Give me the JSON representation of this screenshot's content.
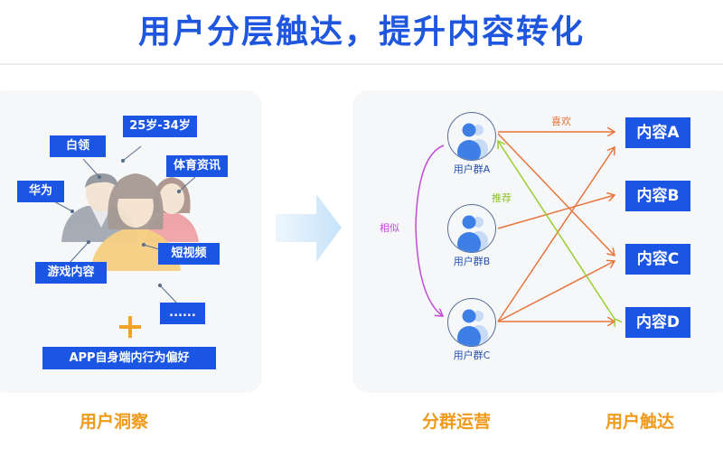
{
  "title": "用户分层触达，提升内容转化",
  "insight": {
    "tags": [
      "25岁-34岁",
      "白领",
      "体育资讯",
      "华为",
      "短视频",
      "游戏内容",
      "......"
    ],
    "plus_icon": "plus-icon",
    "app_tag": "APP自身端内行为偏好",
    "label": "用户洞察"
  },
  "arrow_icon": "right-arrow-icon",
  "operations": {
    "label": "分群运营",
    "groups": [
      "用户群A",
      "用户群B",
      "用户群C"
    ],
    "similar_label": "相似",
    "like_label": "喜欢",
    "recommend_label": "推荐"
  },
  "reach": {
    "label": "用户触达",
    "contents": [
      "内容A",
      "内容B",
      "内容C",
      "内容D"
    ]
  },
  "colors": {
    "primary_blue": "#1a55e3",
    "accent_orange": "#ef9a1a",
    "edge_orange": "#e8743b",
    "edge_green": "#9acd32",
    "edge_purple": "#c04bd6"
  }
}
